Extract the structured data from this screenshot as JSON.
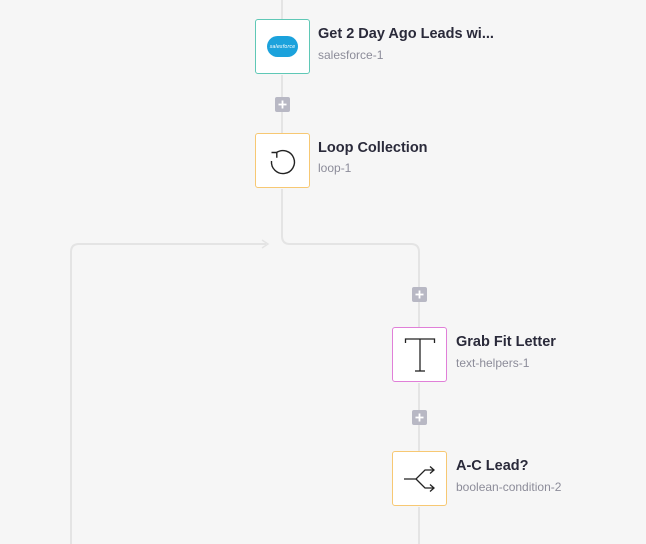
{
  "canvas": {
    "background": "#f6f6f6",
    "wire_color": "#e4e4e4"
  },
  "nodes": [
    {
      "id": "salesforce",
      "title": "Get 2 Day Ago Leads wi...",
      "subtitle": "salesforce-1",
      "icon": "salesforce-logo-icon",
      "icon_text": "salesforce",
      "border_color": "#5fc8b6"
    },
    {
      "id": "loop",
      "title": "Loop Collection",
      "subtitle": "loop-1",
      "icon": "loop-icon",
      "border_color": "#f7c873"
    },
    {
      "id": "text",
      "title": "Grab Fit Letter",
      "subtitle": "text-helpers-1",
      "icon": "text-t-icon",
      "border_color": "#e07fd8"
    },
    {
      "id": "bool",
      "title": "A-C Lead?",
      "subtitle": "boolean-condition-2",
      "icon": "branch-split-icon",
      "border_color": "#f7c873"
    }
  ],
  "add_step_buttons": [
    {
      "icon": "plus-icon"
    },
    {
      "icon": "plus-icon"
    },
    {
      "icon": "plus-icon"
    }
  ]
}
